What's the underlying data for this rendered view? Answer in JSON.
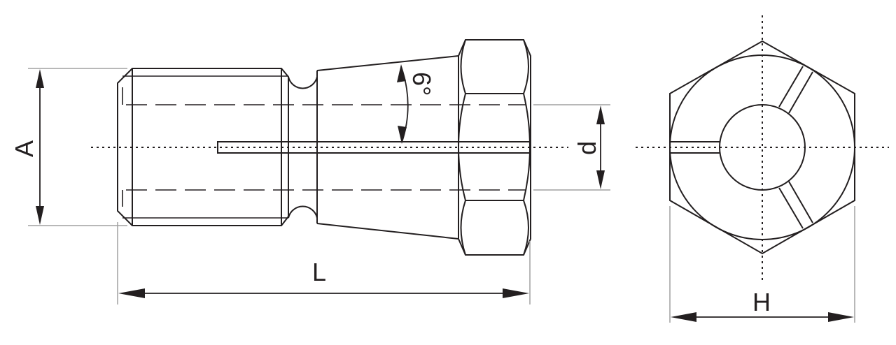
{
  "drawing": {
    "side_view": {
      "dimension_A": "A",
      "dimension_L": "L",
      "dimension_d": "d",
      "taper_angle": "6°"
    },
    "end_view": {
      "dimension_H": "H"
    }
  },
  "colors": {
    "line": "#231f20",
    "extension": "#a0a0a0",
    "background": "#ffffff"
  }
}
